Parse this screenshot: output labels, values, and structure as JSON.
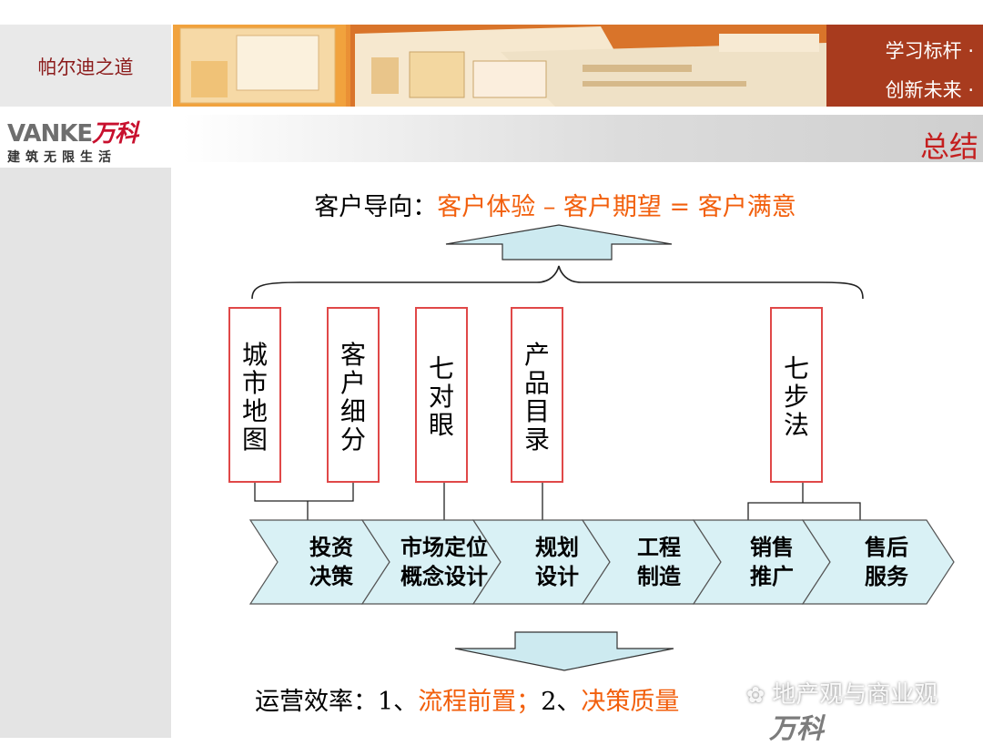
{
  "header": {
    "brand_title": "帕尔迪之道",
    "logo_text_main": "VANKE",
    "logo_text_cn": "万科",
    "logo_slogan": "建筑无限生活",
    "motto_line1": "学习标杆 ·",
    "motto_line2": "创新未来 ·",
    "page_title": "总结"
  },
  "headline": {
    "label": "客户导向：",
    "formula": "客户体验 – 客户期望 = 客户满意"
  },
  "tools": [
    {
      "label": "城市地图",
      "lines": [
        "城",
        "市",
        "地",
        "图"
      ]
    },
    {
      "label": "客户细分",
      "lines": [
        "客",
        "户",
        "细",
        "分"
      ]
    },
    {
      "label": "七对眼",
      "lines": [
        "七",
        "对",
        "眼"
      ]
    },
    {
      "label": "产品目录",
      "lines": [
        "产",
        "品",
        "目",
        "录"
      ]
    },
    {
      "label": "七步法",
      "lines": [
        "七",
        "步",
        "法"
      ]
    }
  ],
  "process_steps": [
    {
      "line1": "投资",
      "line2": "决策"
    },
    {
      "line1": "市场定位",
      "line2": "概念设计"
    },
    {
      "line1": "规划",
      "line2": "设计"
    },
    {
      "line1": "工程",
      "line2": "制造"
    },
    {
      "line1": "销售",
      "line2": "推广"
    },
    {
      "line1": "售后",
      "line2": "服务"
    }
  ],
  "bottomline": {
    "label": "运营效率：",
    "item1_num": "1、",
    "item1": "流程前置；",
    "item2_num": "2、",
    "item2": "决策质量"
  },
  "watermark": {
    "text": "地产观与商业观",
    "logo": "万科"
  },
  "colors": {
    "accent_orange": "#f25f0c",
    "box_border_red": "#e04848",
    "chevron_fill": "#d9f1f5",
    "arrow_fill": "#cdeaf0",
    "banner_red": "#a83b1e"
  }
}
